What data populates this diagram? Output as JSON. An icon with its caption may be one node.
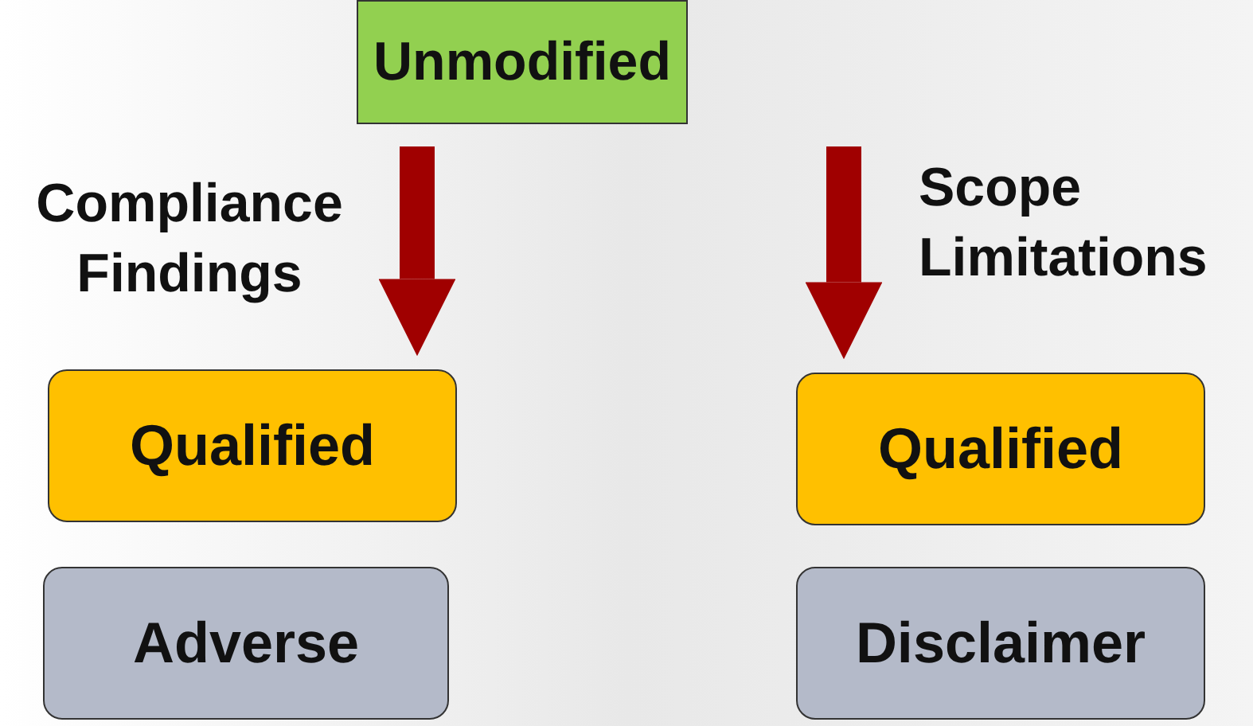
{
  "diagram": {
    "nodes": [
      {
        "text": [
          "Unmodified"
        ]
      },
      {
        "text": [
          "Qualified"
        ]
      },
      {
        "text": [
          "Adverse"
        ]
      },
      {
        "text": [
          "Qualified"
        ]
      },
      {
        "text": [
          "Disclaimer"
        ]
      }
    ],
    "edges": [
      {
        "from": null,
        "to": 1,
        "arrow": "to",
        "label": "Compliance Findings"
      },
      {
        "from": null,
        "to": 3,
        "arrow": "to",
        "label": "Scope Limitations"
      }
    ]
  }
}
